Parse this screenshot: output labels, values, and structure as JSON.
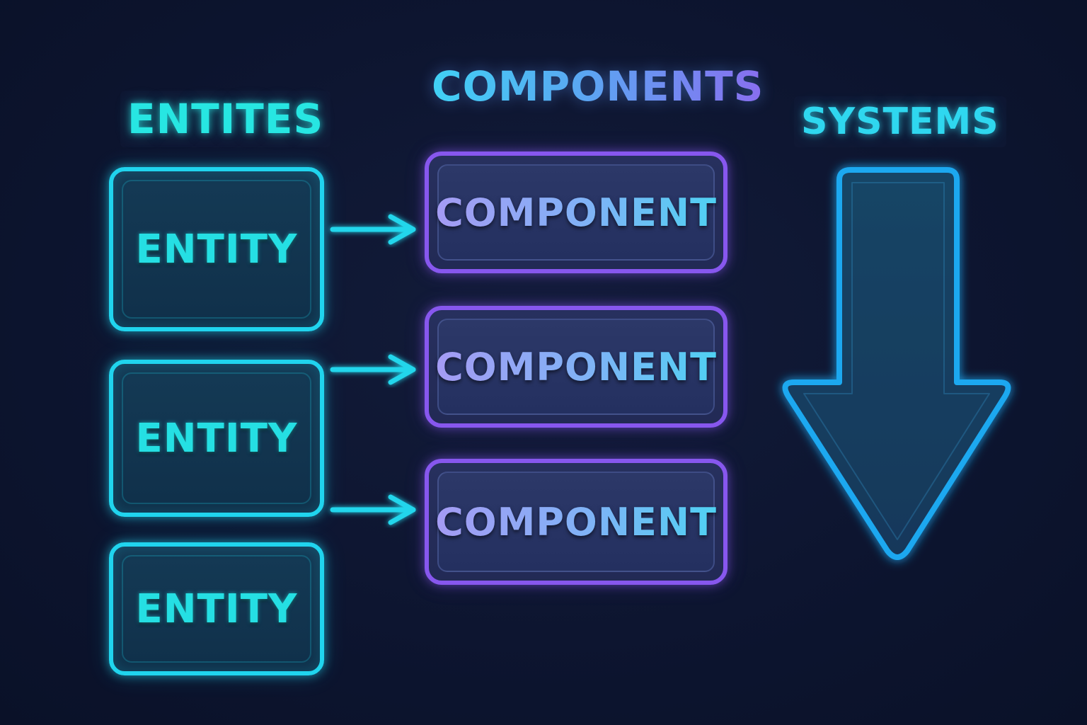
{
  "headings": {
    "entities": "ENTITES",
    "components": "COMPONENTS",
    "systems": "SYSTEMS"
  },
  "entities": [
    "ENTITY",
    "ENTITY",
    "ENTITY"
  ],
  "components": [
    "COMPONENT",
    "COMPONENT",
    "COMPONENT"
  ],
  "colors": {
    "background": "#0d1530",
    "entity_accent": "#20d4ee",
    "component_accent": "#8757ee",
    "systems_arrow": "#1fa8f0"
  },
  "icons": {
    "connector": "arrow-right-icon",
    "systems": "arrow-down-icon"
  }
}
